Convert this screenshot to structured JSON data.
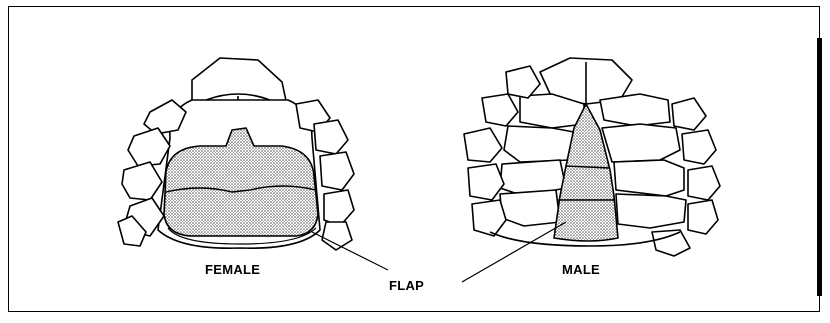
{
  "labels": {
    "female": "FEMALE",
    "male": "MALE",
    "flap": "FLAP"
  },
  "colors": {
    "ink": "#000000",
    "stipple": "#bdbdbd",
    "paper": "#ffffff"
  }
}
